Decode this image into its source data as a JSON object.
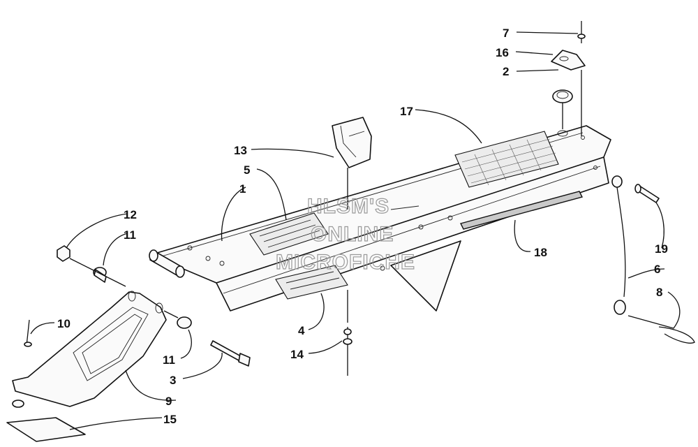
{
  "diagram": {
    "callouts": [
      "1",
      "2",
      "3",
      "4",
      "5",
      "6",
      "7",
      "8",
      "9",
      "10",
      "11",
      "11",
      "12",
      "13",
      "14",
      "15",
      "16",
      "17",
      "18",
      "19"
    ],
    "watermark": [
      "HLSM'S",
      "ONLINE",
      "MICROFICHE"
    ]
  }
}
